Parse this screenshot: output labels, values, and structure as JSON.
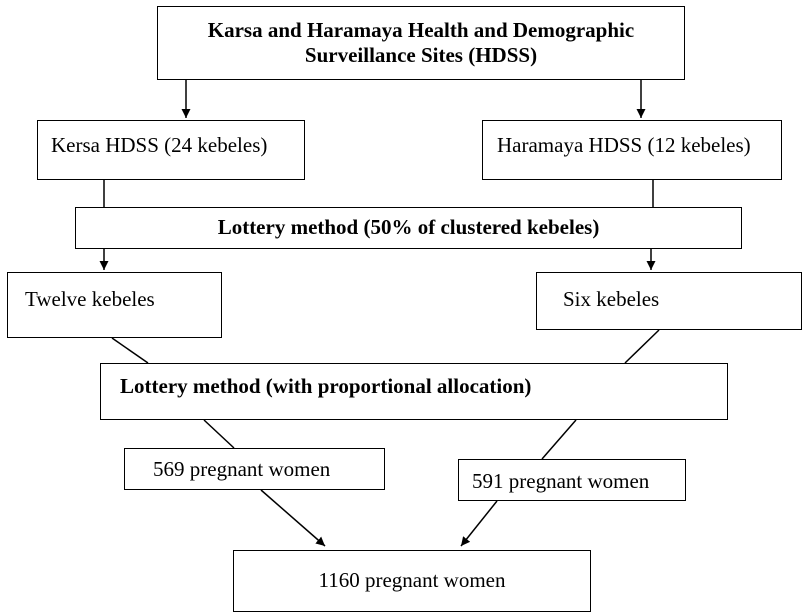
{
  "diagram": {
    "nodes": {
      "sites": "Karsa and Haramaya Health and Demographic Surveillance Sites (HDSS)",
      "kersa": "Kersa HDSS (24 kebeles)",
      "haramaya": "Haramaya HDSS (12 kebeles)",
      "lottery_clustered": "Lottery method (50% of clustered kebeles)",
      "twelve": "Twelve kebeles",
      "six": "Six kebeles",
      "lottery_proportional": "Lottery method (with proportional allocation)",
      "kersa_women": "569 pregnant women",
      "haramaya_women": "591 pregnant women",
      "total_women": "1160 pregnant women"
    },
    "edges": [
      {
        "from": "sites",
        "to": "kersa",
        "arrow": true
      },
      {
        "from": "sites",
        "to": "haramaya",
        "arrow": true
      },
      {
        "from": "kersa",
        "to": "lottery_clustered",
        "arrow": false
      },
      {
        "from": "haramaya",
        "to": "lottery_clustered",
        "arrow": false
      },
      {
        "from": "lottery_clustered",
        "to": "twelve",
        "arrow": true
      },
      {
        "from": "lottery_clustered",
        "to": "six",
        "arrow": true
      },
      {
        "from": "twelve",
        "to": "lottery_proportional",
        "arrow": false
      },
      {
        "from": "six",
        "to": "lottery_proportional",
        "arrow": false
      },
      {
        "from": "lottery_proportional",
        "to": "kersa_women",
        "arrow": false
      },
      {
        "from": "lottery_proportional",
        "to": "haramaya_women",
        "arrow": false
      },
      {
        "from": "kersa_women",
        "to": "total_women",
        "arrow": true
      },
      {
        "from": "haramaya_women",
        "to": "total_women",
        "arrow": true
      }
    ]
  }
}
